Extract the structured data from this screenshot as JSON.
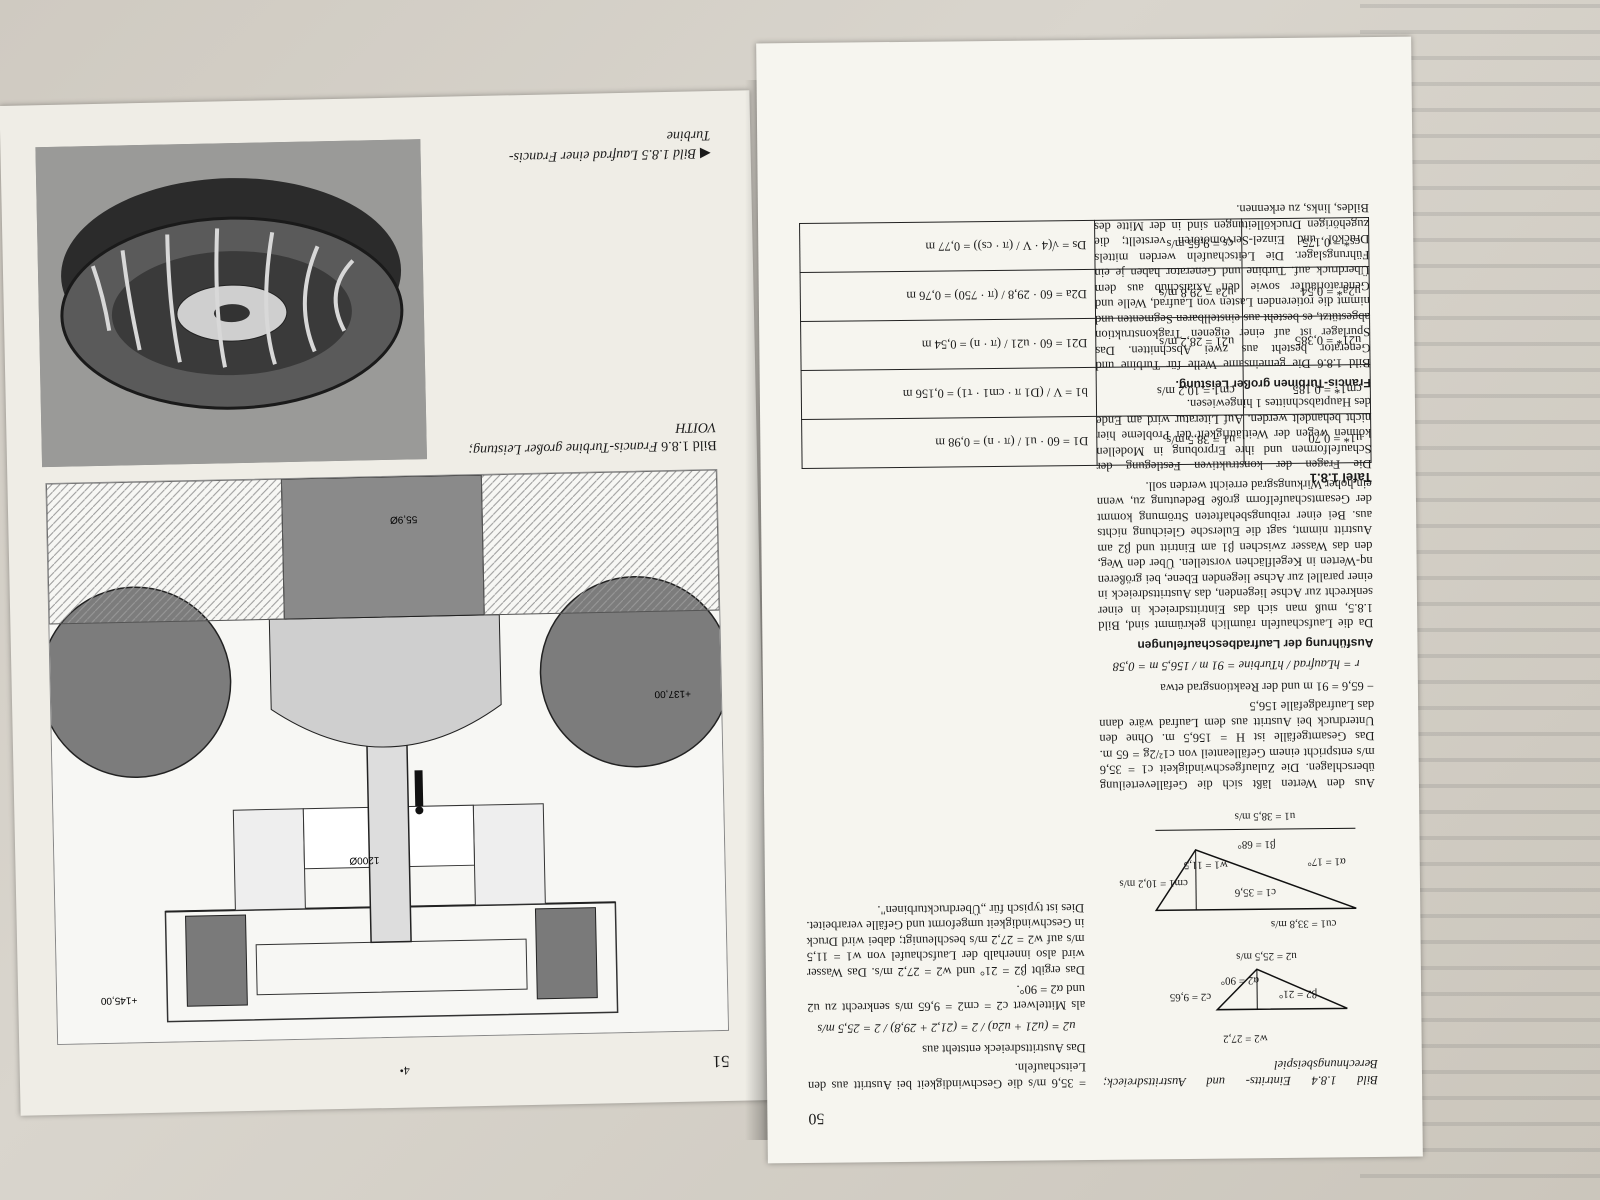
{
  "left_page": {
    "page_number": "51",
    "header_mark": "4•",
    "drawing_labels": [
      "55,9Ø",
      "1200Ø",
      "+137,00",
      "+145,00"
    ],
    "fig_1_8_6": {
      "label": "Bild 1.8.6",
      "text": "Francis-Turbine großer Leistung; VOITH"
    },
    "fig_1_8_5": {
      "arrow": "◀",
      "label": "Bild 1.8.5",
      "text": "Laufrad einer Francis-Turbine"
    }
  },
  "right_page": {
    "page_number": "50",
    "fig_1_8_4": {
      "label": "Bild 1.8.4",
      "text": "Eintritts- und Austrittsdreieck; Berechnungsbeispiel"
    },
    "triangle_labels": {
      "cu1": "cu1 = 33,8 m/s",
      "cm1": "cm1 = 10,2 m/s",
      "w1": "w1 = 11,5",
      "c1": "c1 = 35,6",
      "alpha1": "α1 = 17°",
      "beta1": "β1 = 68°",
      "u1": "u1 = 38,5 m/s",
      "c2": "c2 = 9,65",
      "alpha2": "α2 = 90°",
      "beta2": "β2 = 21°",
      "w2": "w2 = 27,2",
      "u2": "u2 = 25,5 m/s"
    },
    "col_left": {
      "p1": "Aus den Werten läßt sich die Gefälleverteilung überschlagen. Die Zulaufgeschwindigkeit c1 = 35,6 m/s entspricht einem Gefälleanteil von c1²/2g = 65 m. Das Gesamtgefälle ist H = 156,5 m. Ohne den Unterdruck bei Austritt aus dem Laufrad wäre dann das Laufradgefälle 156,5",
      "p2": "− 65,6 = 91 m und der Reaktionsgrad etwa",
      "reaction_formula": "r = hLaufrad / hTurbine = 91 m / 156,5 m = 0,58",
      "heading": "Ausführung der Laufradbeschaufelungen",
      "p3": "Da die Laufschaufeln räumlich gekrümmt sind, Bild 1.8.5, muß man sich das Eintrittsdreieck in einer senkrecht zur Achse liegenden, das Austrittsdreieck in einer parallel zur Achse liegenden Ebene, bei größeren nq-Werten in Kegelflächen vorstellen. Über den Weg, den das Wasser zwischen β1 am Eintritt und β2 am Austritt nimmt, sagt die Eulersche Gleichung nichts aus. Bei einer reibungsbehafteten Strömung kommt der Gesamtschaufelform große Bedeutung zu, wenn ein hoher Wirkungsgrad erreicht werden soll.",
      "p4": "Die Fragen der konstruktiven Festlegung der Schaufelformen und ihre Erprobung in Modellen können wegen der Weitläufigkeit der Probleme hier nicht behandelt werden. Auf Literatur wird am Ende des Hauptabschnittes 1 hingewiesen.",
      "heading2": "Francis-Turbinen großer Leistung.",
      "p5": "Bild 1.8.6 Die gemeinsame Welle für Turbine und Generator besteht aus zwei Abschnitten. Das Spurlager ist auf einer eigenen Tragkonstruktion abgestützt, es besteht aus einstellbaren Segmenten und nimmt die rotierenden Lasten von Laufrad, Welle und Generatorläufer sowie den Axialschub aus dem Überdruck auf. Turbine und Generator haben je ein Führungslager. Die Leitschaufeln werden mittels Drucköl und Einzel-Servomotoren verstellt; die zugehörigen Druckölleitungen sind in der Mitte des Bildes, links, zu erkennen."
    },
    "col_right": {
      "p1": "= 35,6 m/s die Geschwindigkeit bei Austritt aus den Leitschaufeln.",
      "p2": "Das Austrittsdreieck entsteht aus",
      "u2_formula": "u2 = (u21 + u2a) / 2 = (21,2 + 29,8) / 2 = 25,5 m/s",
      "p3": "als Mittelwert c2 = cm2 = 9,65 m/s senkrecht zu u2 und α2 = 90°.",
      "p4": "Das ergibt β2 = 21° und w2 = 27,2 m/s. Das Wasser wird also innerhalb der Laufschaufel von w1 = 11,5 m/s auf w2 = 27,2 m/s beschleunigt; dabei wird Druck in Geschwindigkeit umgeformt und Gefälle verarbeitet. Dies ist typisch für „Überdruckturbinen\"."
    },
    "tafel": {
      "title": "Tafel 1.8.1",
      "rows": [
        [
          "u1* = 0,70",
          "u1 = 38,5 m/s",
          "D1 = 60 · u1 / (π · n) = 0,98 m"
        ],
        [
          "cm1* = 0,185",
          "cm1 = 10,2 m/s",
          "b1 = V / (D1 π · cm1 · τ1) = 0,156 m"
        ],
        [
          "u21* = 0,385",
          "u21 = 28,2 m/s",
          "D21 = 60 · u21 / (π · n) = 0,54 m"
        ],
        [
          "u2a* = 0,54",
          "u2a = 29,8 m/s",
          "D2a = 60 · 29,8 / (π · 750) = 0,76 m"
        ],
        [
          "cs* = 0,175",
          "cs = 9,65 m/s",
          "Ds = √(4 · V / (π · cs)) = 0,77 m"
        ]
      ]
    }
  }
}
